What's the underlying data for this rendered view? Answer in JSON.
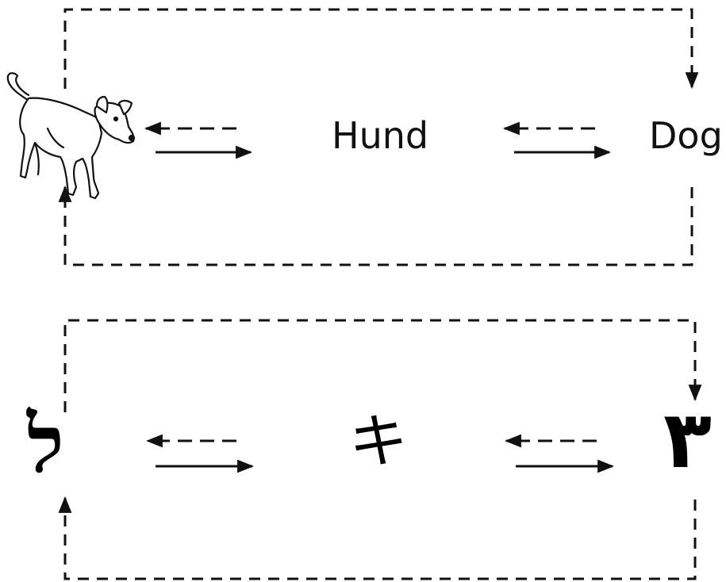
{
  "diagram": {
    "row1": {
      "image_subject": "dog",
      "middle_word": "Hund",
      "right_word": "Dog"
    },
    "row2": {
      "left_symbol": "ל",
      "middle_symbol": "キ",
      "right_symbol": "٣"
    }
  }
}
